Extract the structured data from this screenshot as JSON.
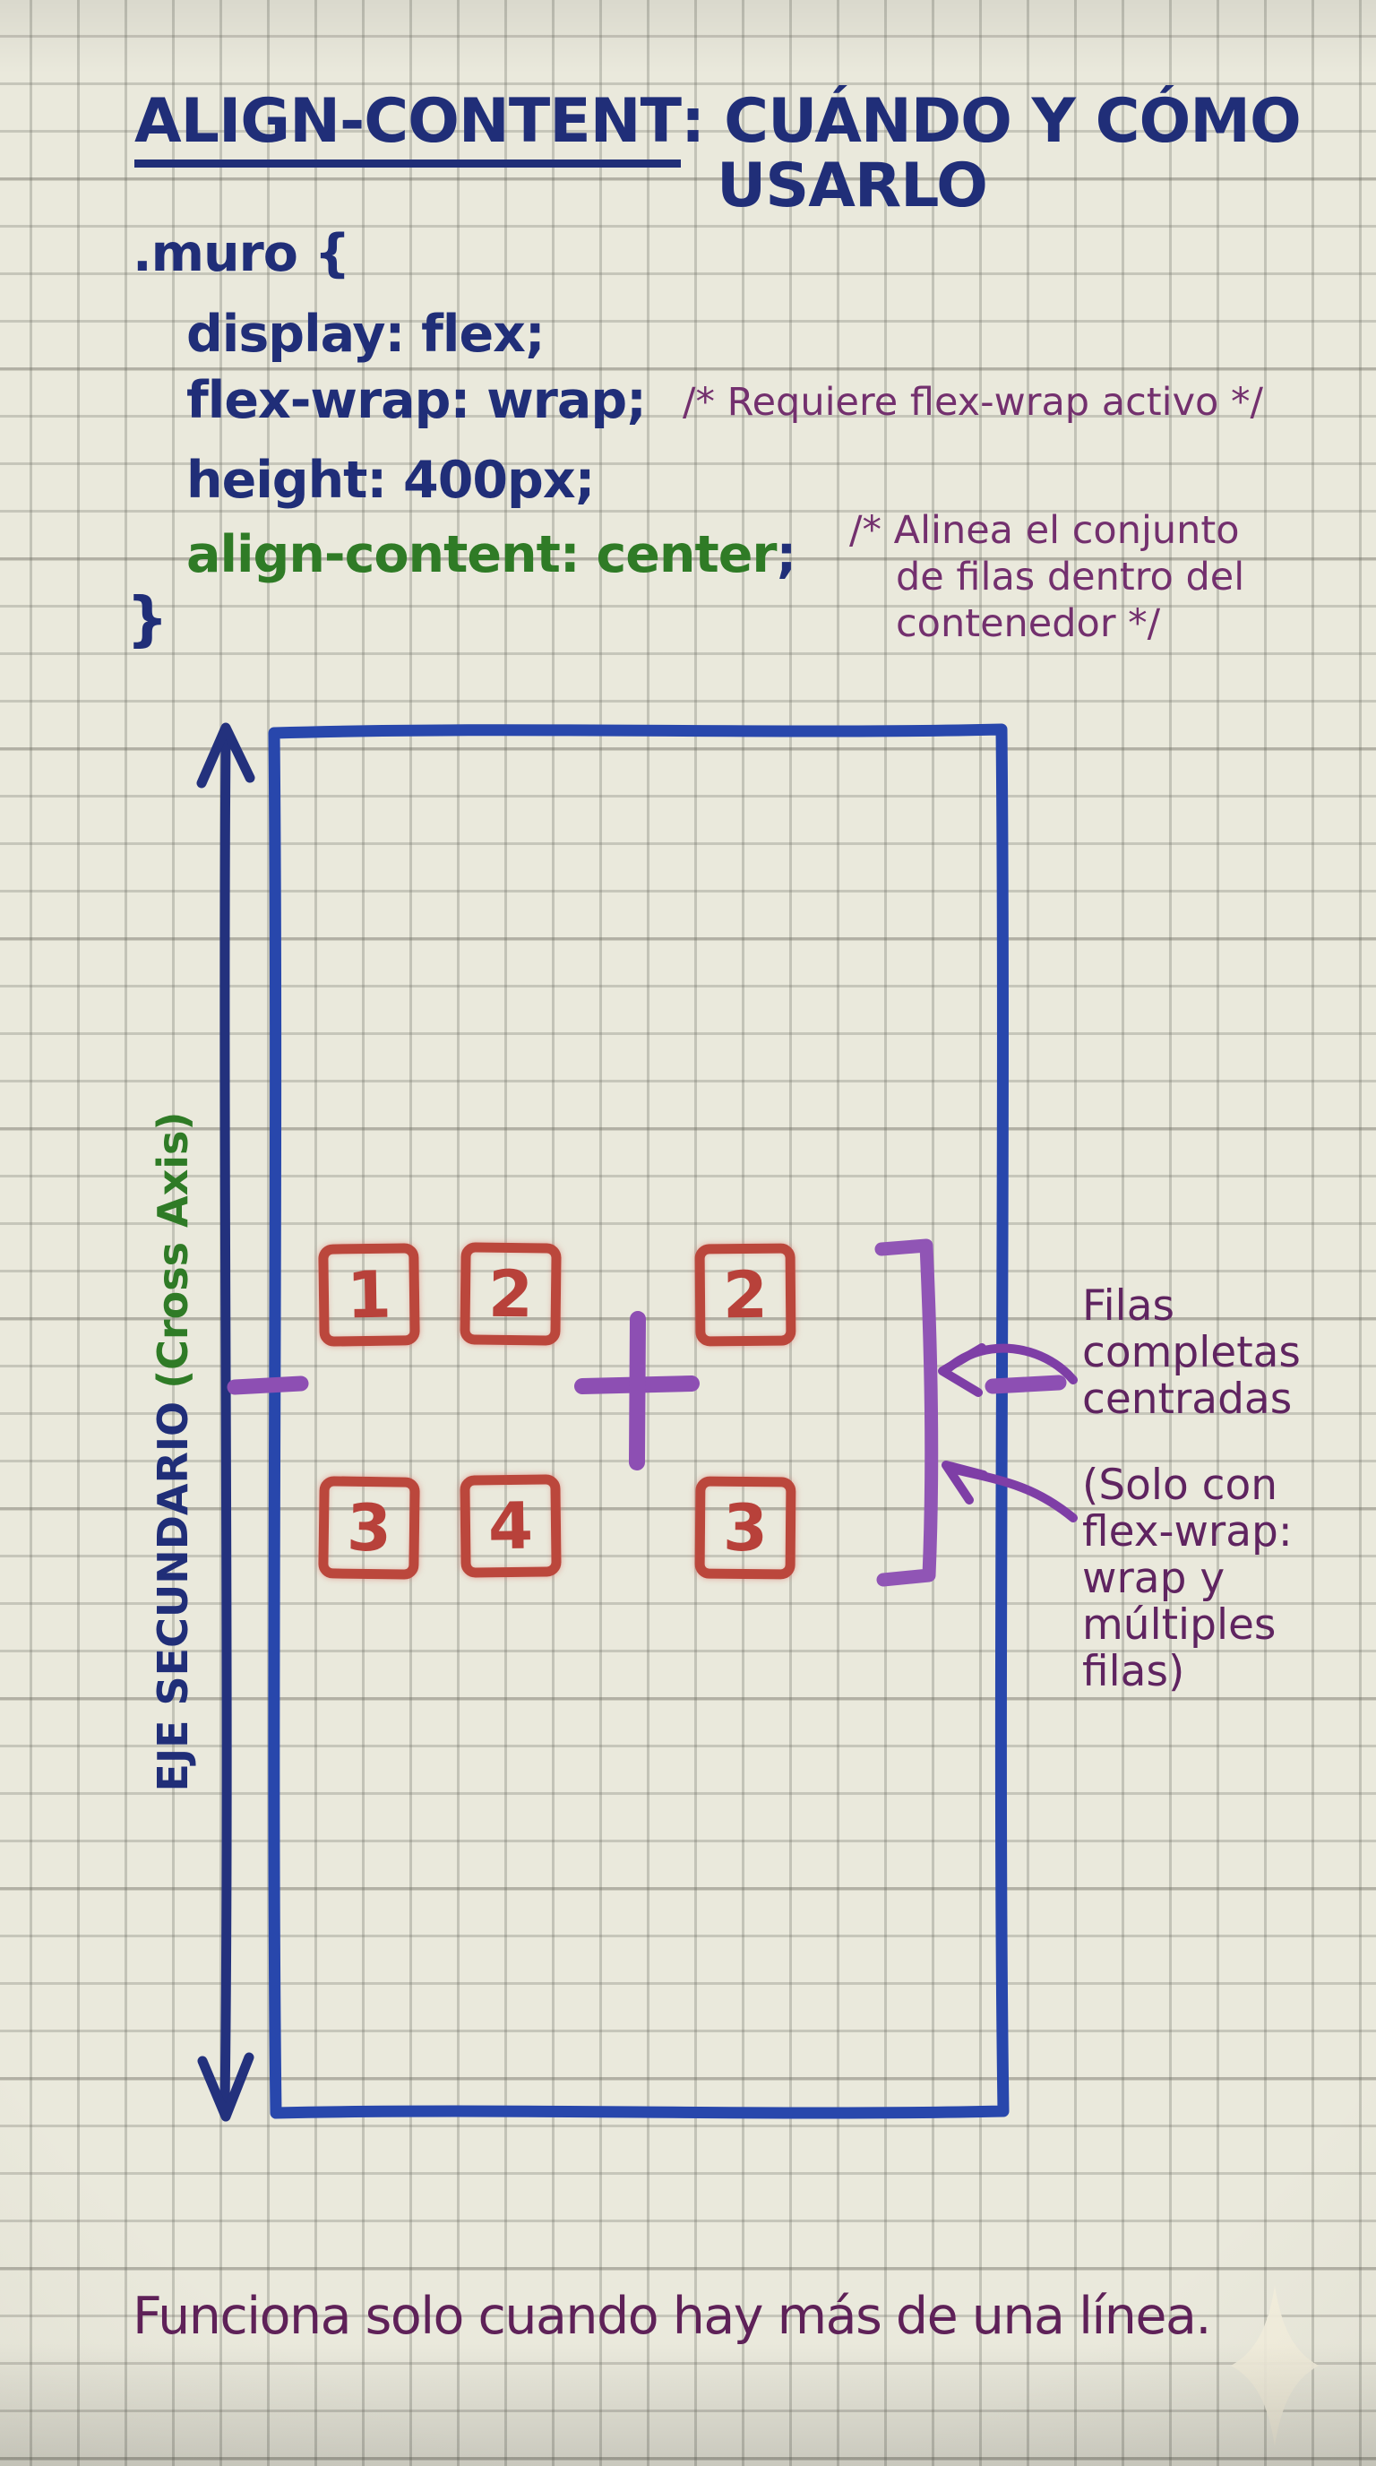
{
  "title": {
    "keyword": "ALIGN-CONTENT",
    "separator": ":",
    "subtitle_line1": "CUÁNDO Y CÓMO",
    "subtitle_line2": "USARLO"
  },
  "code": {
    "selector_open": ".muro {",
    "declarations": [
      {
        "text": "display: flex;"
      },
      {
        "text": "flex-wrap: wrap;"
      },
      {
        "text": "height: 400px;"
      },
      {
        "text": "align-content: center",
        "semicolon": ";"
      }
    ],
    "inline_comment": "/* Requiere flex-wrap activo */",
    "block_comment_lines": [
      "/* Alinea el conjunto",
      "de filas dentro del",
      "contenedor */"
    ],
    "closing_brace": "}"
  },
  "diagram": {
    "axis_label": "EJE SECUNDARIO",
    "axis_label_note": "(Cross Axis)",
    "rows": [
      {
        "items": [
          "1",
          "2",
          "2"
        ]
      },
      {
        "items": [
          "3",
          "4",
          "3"
        ]
      }
    ],
    "annotation_centered_lines": [
      "Filas",
      "completas",
      "centradas"
    ],
    "annotation_note_lines": [
      "(Solo con",
      "flex-wrap:",
      "wrap y",
      "múltiples",
      "filas)"
    ]
  },
  "footer": {
    "text": "Funciona solo cuando hay más de una línea."
  },
  "palette": {
    "ink_navy": "#202e78",
    "ink_green": "#2f7b26",
    "ink_plum": "#6d2b68",
    "ink_violet": "#8d4fb3",
    "ink_red": "#bb473c",
    "container_blue": "#2847ac",
    "paper": "#eae9dc"
  }
}
